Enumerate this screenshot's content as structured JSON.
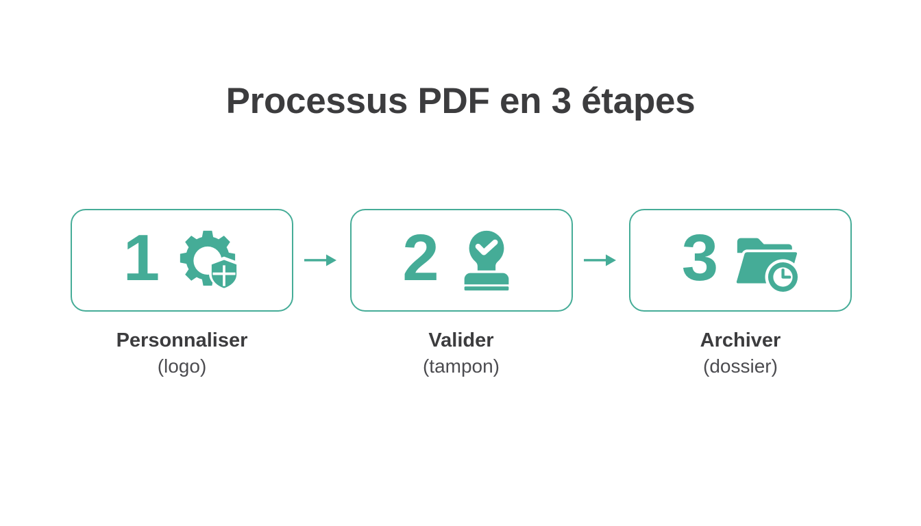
{
  "slide": {
    "title": "Processus PDF en 3 étapes",
    "background_color": "#ffffff",
    "accent_color": "#45ac97",
    "text_color": "#3c3c3e",
    "subtext_color": "#4c4c50"
  },
  "steps": [
    {
      "number": "1",
      "icon": "gear-shield-icon",
      "label": "Personnaliser",
      "sublabel": "(logo)"
    },
    {
      "number": "2",
      "icon": "stamp-check-icon",
      "label": "Valider",
      "sublabel": "(tampon)"
    },
    {
      "number": "3",
      "icon": "folder-clock-icon",
      "label": "Archiver",
      "sublabel": "(dossier)"
    }
  ],
  "connectors": [
    {
      "icon": "arrow-right-icon"
    },
    {
      "icon": "arrow-right-icon"
    }
  ]
}
